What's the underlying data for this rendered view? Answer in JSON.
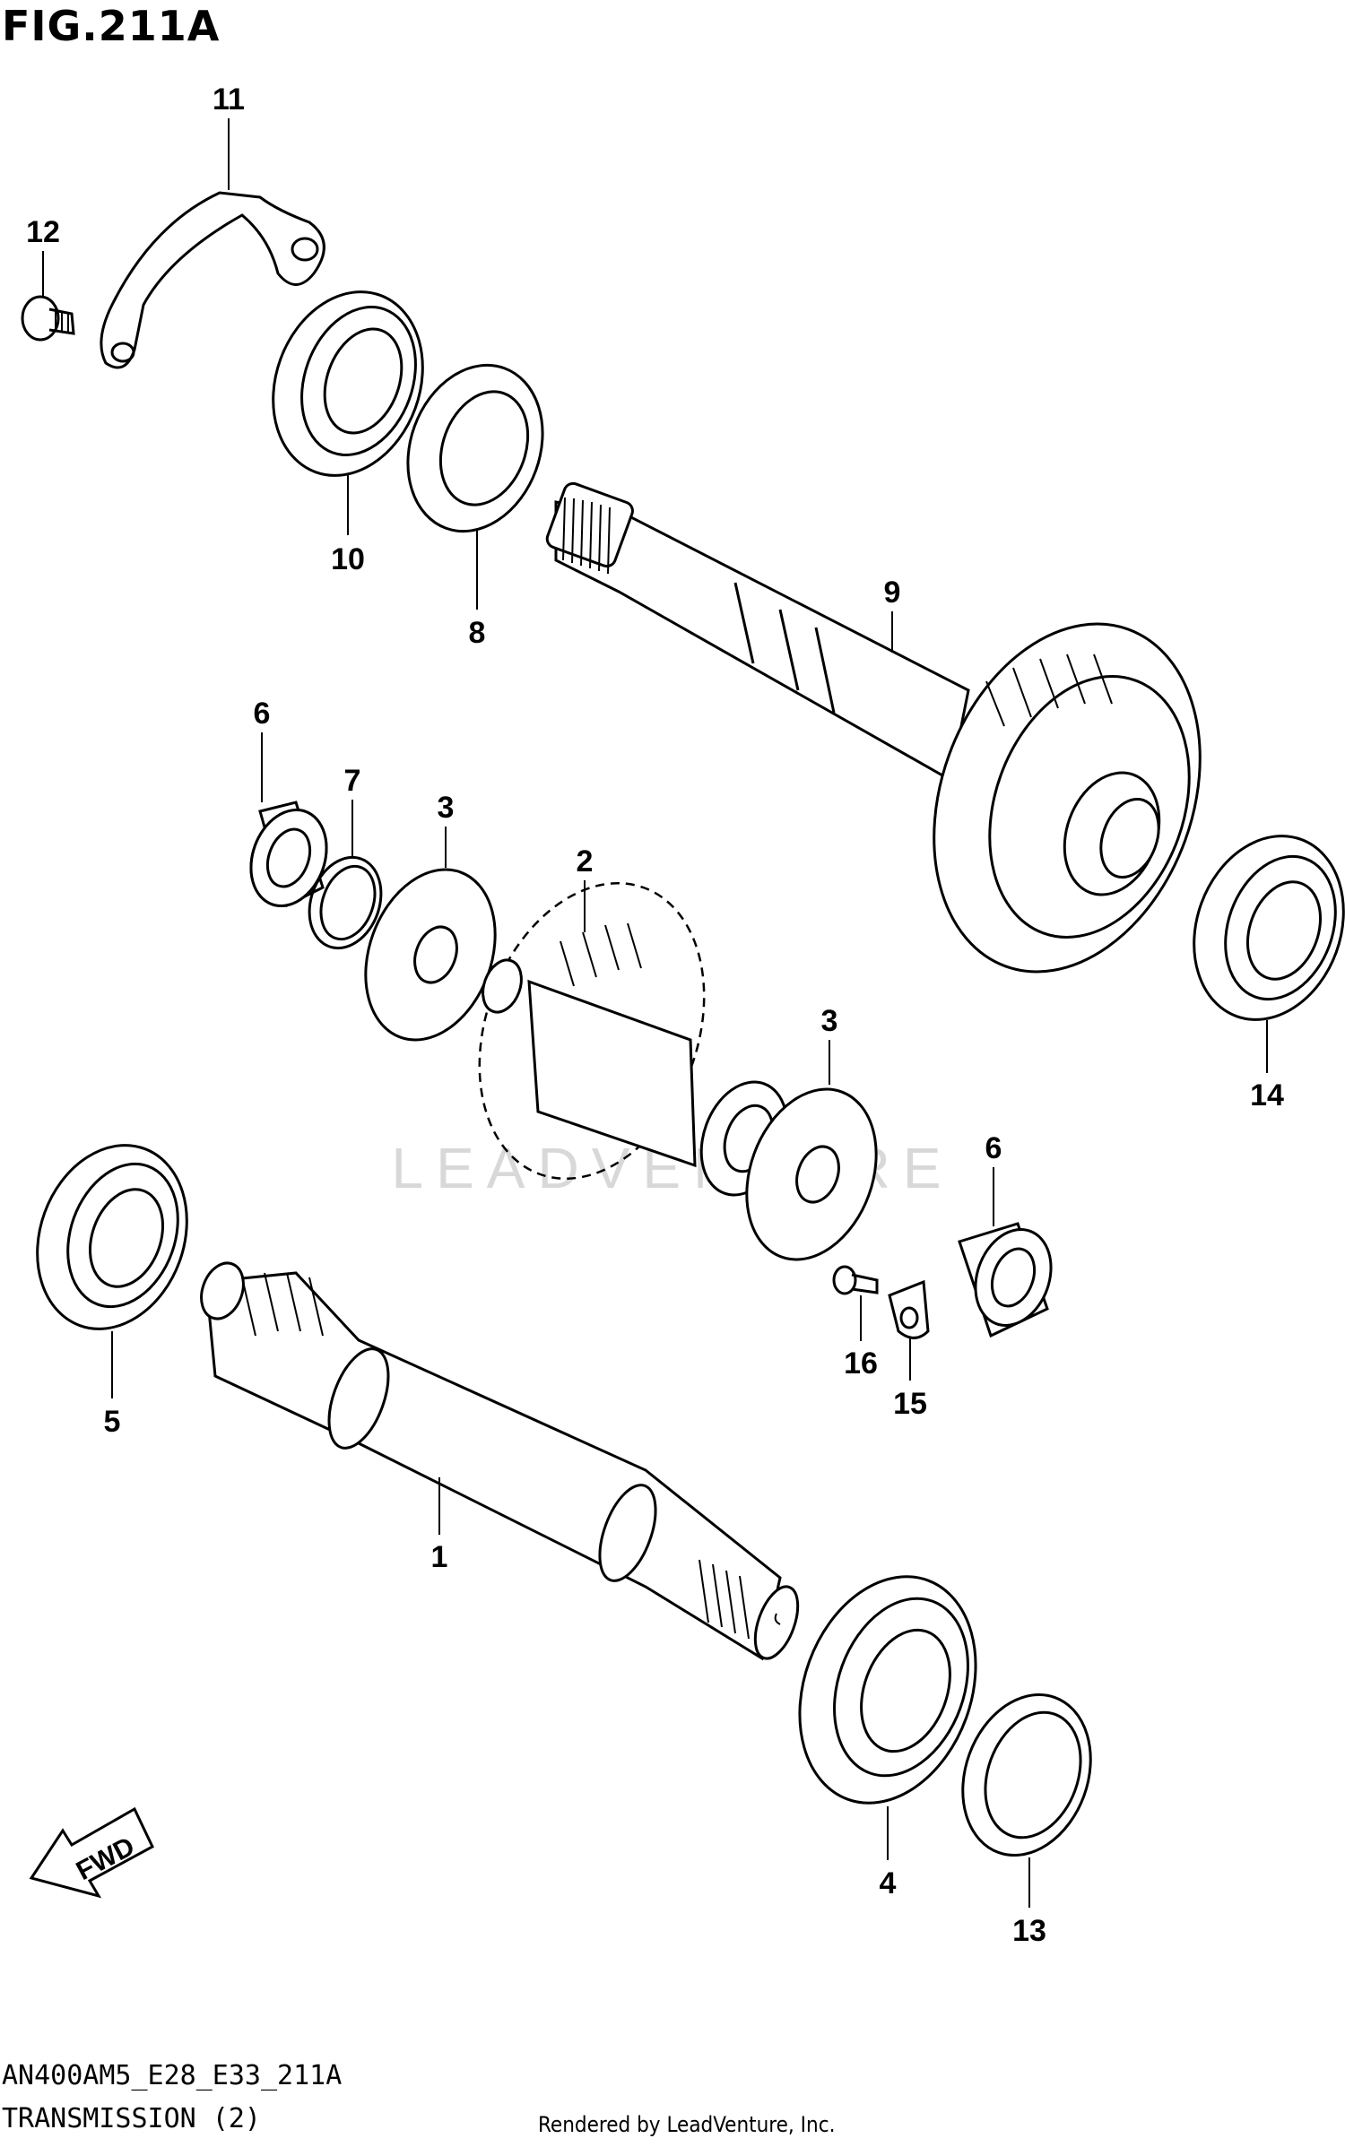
{
  "figure": {
    "title": "FIG.211A",
    "code": "AN400AM5_E28_E33_211A",
    "name": "TRANSMISSION (2)",
    "credit": "Rendered by LeadVenture, Inc.",
    "watermark": "LEADVENTURE"
  },
  "direction_arrow": {
    "label": "FWD"
  },
  "callouts": [
    "1",
    "2",
    "3",
    "3",
    "4",
    "5",
    "6",
    "6",
    "7",
    "8",
    "9",
    "10",
    "11",
    "12",
    "13",
    "14",
    "15",
    "16"
  ]
}
